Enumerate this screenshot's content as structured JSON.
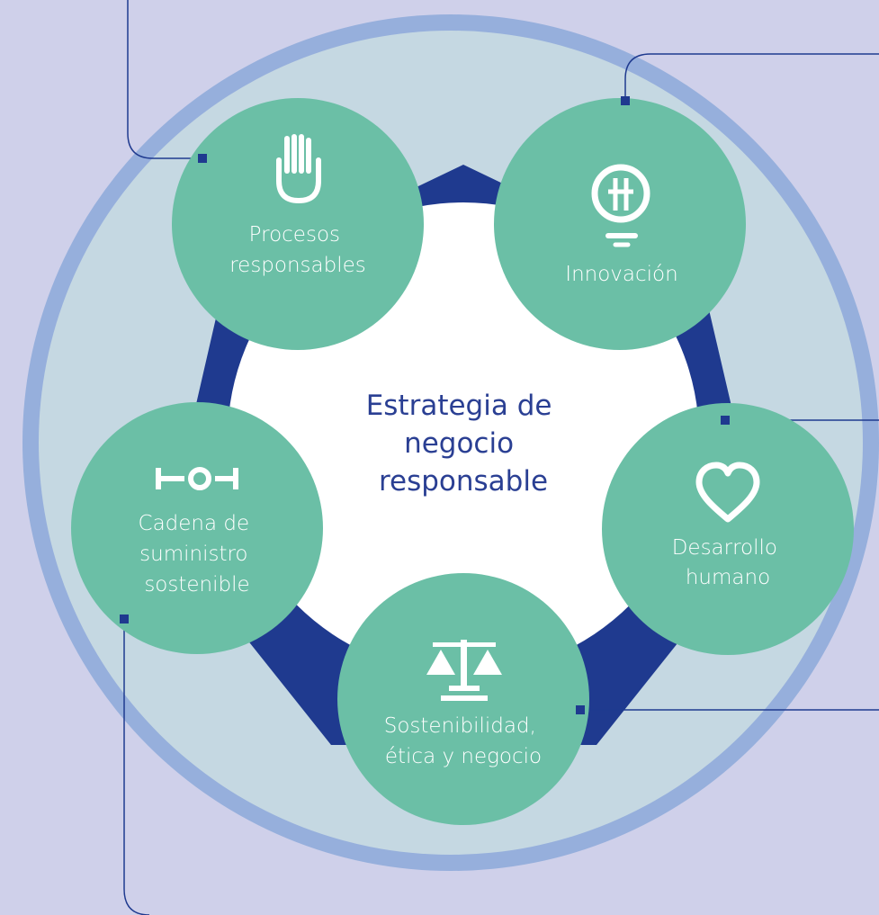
{
  "colors": {
    "background": "#cfd0ea",
    "outer_ring": "#96afdc",
    "outer_fill": "#c5d8e2",
    "heptagon": "#1f3a8f",
    "center": "#ffffff",
    "node": "#6bbfa6",
    "connector": "#1f3a8f",
    "center_text": "#2a3f93"
  },
  "center": {
    "lines": [
      "Estrategia de",
      "negocio",
      "responsable"
    ]
  },
  "nodes": [
    {
      "id": "procesos",
      "icon": "raised-hand-icon",
      "lines": [
        "Procesos",
        "responsables"
      ]
    },
    {
      "id": "innovacion",
      "icon": "lightbulb-icon",
      "lines": [
        "Innovación"
      ]
    },
    {
      "id": "desarrollo",
      "icon": "heart-icon",
      "lines": [
        "Desarrollo",
        "humano"
      ]
    },
    {
      "id": "sostenibilidad",
      "icon": "balance-scale-icon",
      "lines": [
        "Sostenibilidad,",
        "ética y negocio"
      ]
    },
    {
      "id": "cadena",
      "icon": "supply-chain-icon",
      "lines": [
        "Cadena de",
        "suministro",
        "sostenible"
      ]
    }
  ]
}
